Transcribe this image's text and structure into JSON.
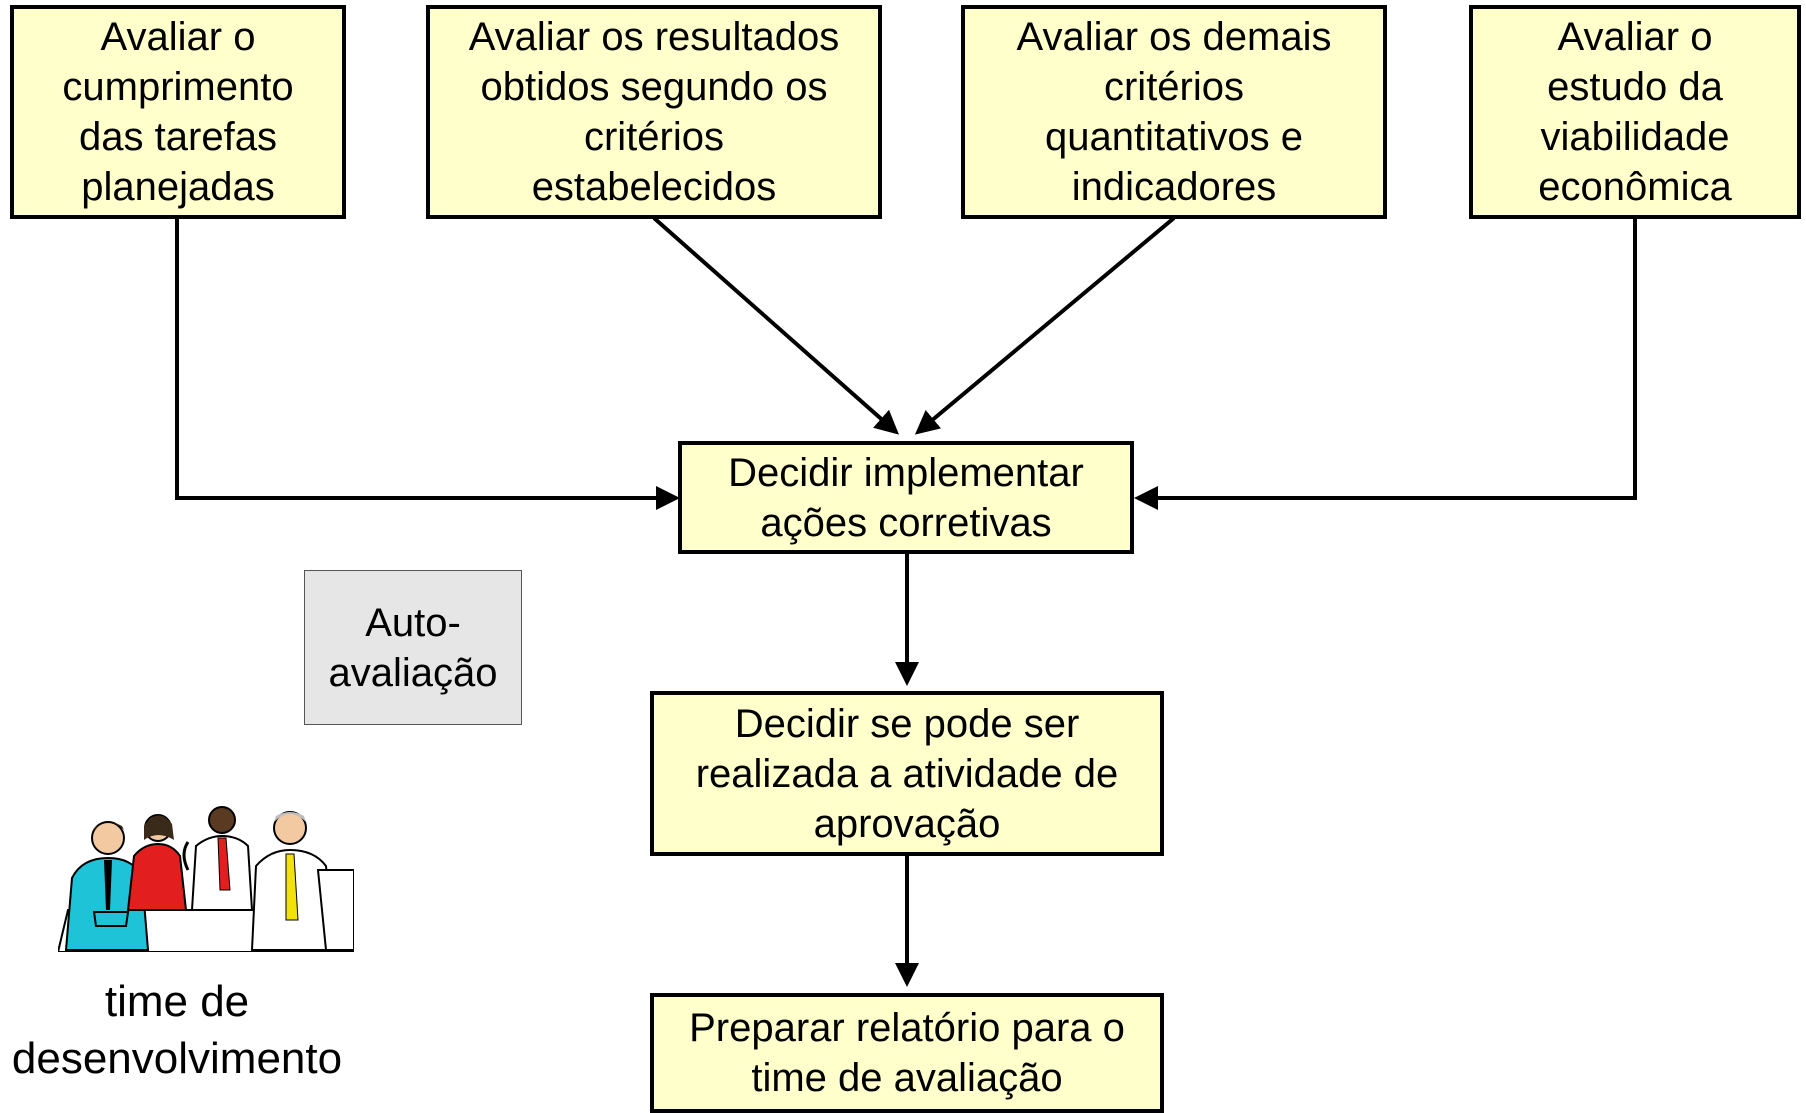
{
  "top_boxes": [
    {
      "lines": [
        "Avaliar o",
        "cumprimento",
        "das tarefas",
        "planejadas"
      ]
    },
    {
      "lines": [
        "Avaliar os resultados",
        "obtidos segundo os",
        "critérios",
        "estabelecidos"
      ]
    },
    {
      "lines": [
        "Avaliar os demais",
        "critérios",
        "quantitativos e",
        "indicadores"
      ]
    },
    {
      "lines": [
        "Avaliar o",
        "estudo da",
        "viabilidade",
        "econômica"
      ]
    }
  ],
  "decision_box": {
    "lines": [
      "Decidir implementar",
      "ações corretivas"
    ]
  },
  "approval_box": {
    "lines": [
      "Decidir se pode ser",
      "realizada a atividade de",
      "aprovação"
    ]
  },
  "report_box": {
    "lines": [
      "Preparar relatório para o",
      "time de avaliação"
    ]
  },
  "self_eval": {
    "lines": [
      "Auto-",
      "avaliação"
    ]
  },
  "team_caption": {
    "lines": [
      "time de",
      "desenvolvimento"
    ]
  },
  "icons": {
    "team": "development-team-illustration-icon"
  },
  "colors": {
    "box_fill": "#ffffcc",
    "gray_fill": "#e6e6e6",
    "stroke": "#000000"
  }
}
